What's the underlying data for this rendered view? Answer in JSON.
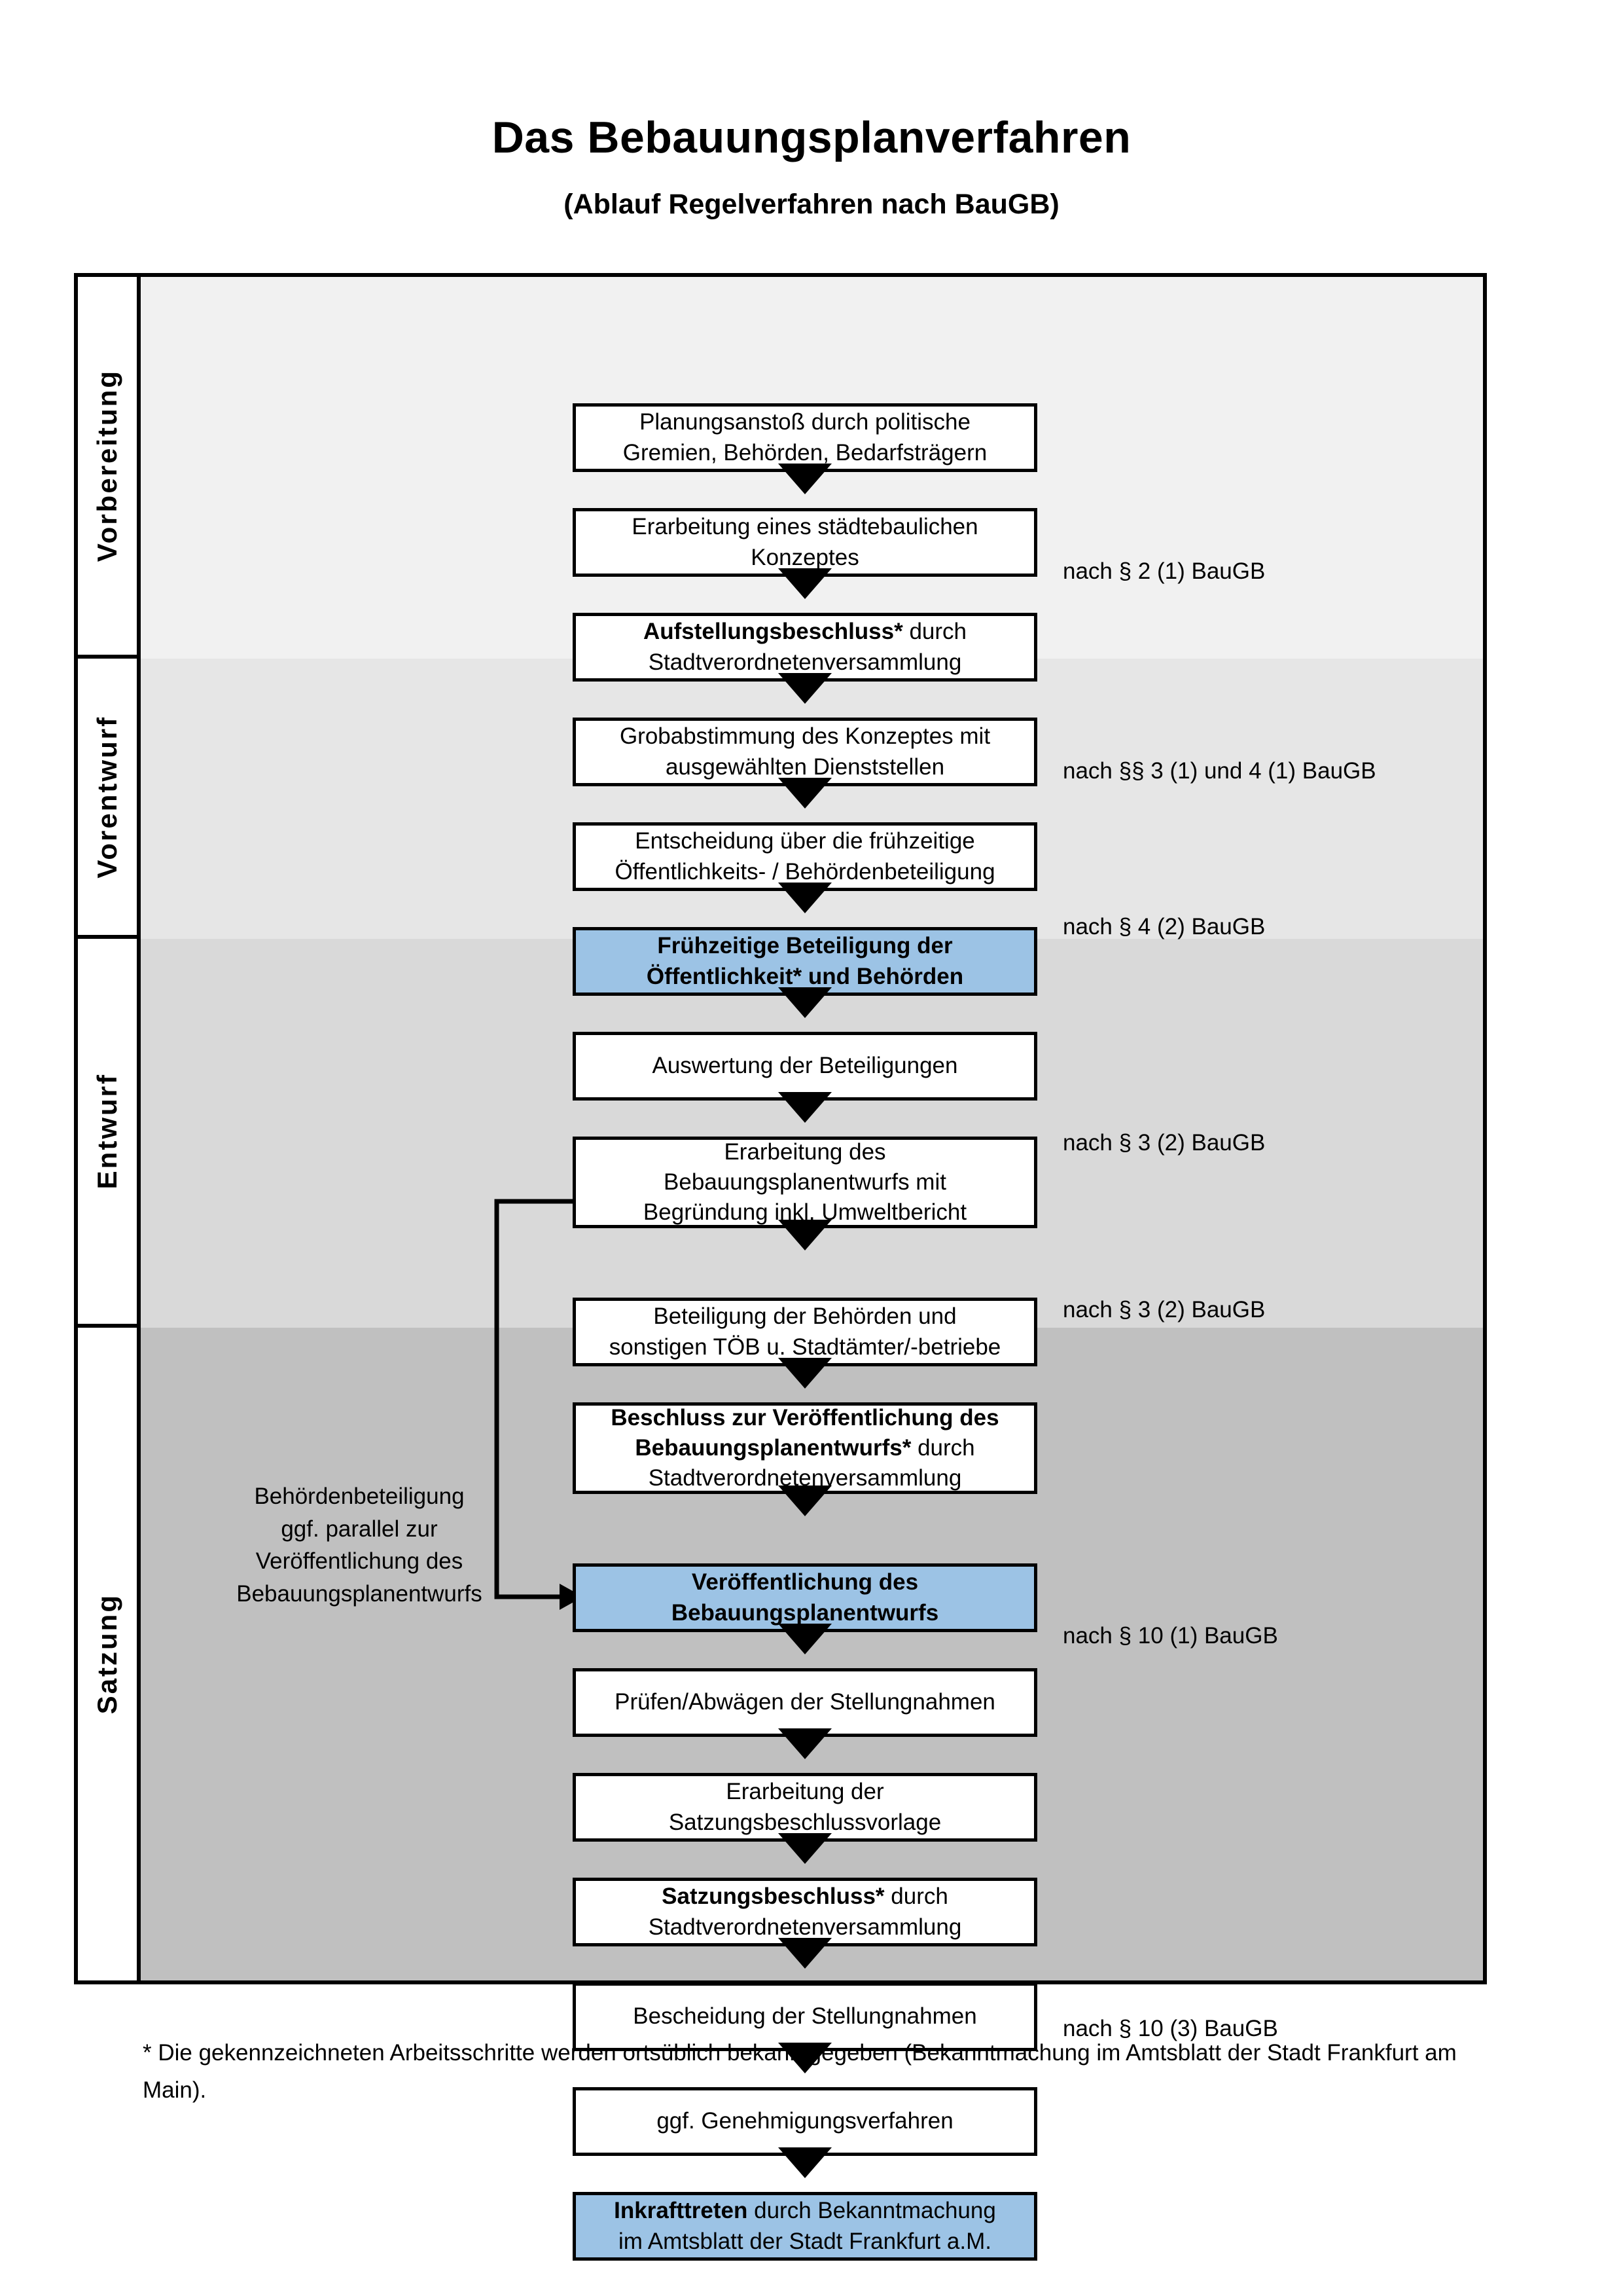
{
  "title": {
    "main": "Das Bebauungsplanverfahren",
    "sub": "(Ablauf Regelverfahren nach BauGB)"
  },
  "phases": [
    {
      "label": "Vorbereitung"
    },
    {
      "label": "Vorentwurf"
    },
    {
      "label": "Entwurf"
    },
    {
      "label": "Satzung"
    }
  ],
  "steps": [
    {
      "id": "planungsanstoss",
      "phase": "Vorbereitung",
      "highlight": false,
      "lines": [
        {
          "text": "Planungsanstoß durch politische",
          "bold": false
        },
        {
          "text": "Gremien, Behörden, Bedarfsträgern",
          "bold": false
        }
      ]
    },
    {
      "id": "staedtebauliches-konzept",
      "phase": "Vorbereitung",
      "highlight": false,
      "lines": [
        {
          "text": "Erarbeitung eines städtebaulichen",
          "bold": false
        },
        {
          "text": "Konzeptes",
          "bold": false
        }
      ]
    },
    {
      "id": "aufstellungsbeschluss",
      "phase": "Vorbereitung",
      "highlight": false,
      "lines": [
        {
          "text": "Aufstellungsbeschluss*",
          "bold": true,
          "suffix": " durch"
        },
        {
          "text": "Stadtverordnetenversammlung",
          "bold": false
        }
      ]
    },
    {
      "id": "grobabstimmung",
      "phase": "Vorentwurf",
      "highlight": false,
      "lines": [
        {
          "text": "Grobabstimmung des Konzeptes mit",
          "bold": false
        },
        {
          "text": "ausgewählten Dienststellen",
          "bold": false
        }
      ]
    },
    {
      "id": "entscheidung-fruehzeitige",
      "phase": "Vorentwurf",
      "highlight": false,
      "lines": [
        {
          "text": "Entscheidung über die frühzeitige",
          "bold": false
        },
        {
          "text": "Öffentlichkeits- / Behördenbeteiligung",
          "bold": false
        }
      ]
    },
    {
      "id": "fruehzeitige-beteiligung",
      "phase": "Vorentwurf",
      "highlight": true,
      "lines": [
        {
          "text": "Frühzeitige Beteiligung der",
          "bold": true
        },
        {
          "text": "Öffentlichkeit* und Behörden",
          "bold": true
        }
      ]
    },
    {
      "id": "auswertung-beteiligungen",
      "phase": "Entwurf",
      "highlight": false,
      "lines": [
        {
          "text": "Auswertung der Beteiligungen",
          "bold": false
        }
      ]
    },
    {
      "id": "erarbeitung-bplanentwurf",
      "phase": "Entwurf",
      "highlight": false,
      "lines": [
        {
          "text": "Erarbeitung des",
          "bold": false
        },
        {
          "text": "Bebauungsplanentwurfs mit",
          "bold": false
        },
        {
          "text": "Begründung inkl. Umweltbericht",
          "bold": false
        }
      ]
    },
    {
      "id": "beteiligung-behoerden",
      "phase": "Entwurf",
      "highlight": false,
      "lines": [
        {
          "text": "Beteiligung der Behörden und",
          "bold": false
        },
        {
          "text": "sonstigen TÖB u. Stadtämter/-betriebe",
          "bold": false
        }
      ]
    },
    {
      "id": "beschluss-veroeffentlichung",
      "phase": "Entwurf",
      "highlight": false,
      "lines": [
        {
          "text": "Beschluss zur Veröffentlichung des",
          "bold": true
        },
        {
          "text": "Bebauungsplanentwurfs*",
          "bold": true,
          "suffix": " durch"
        },
        {
          "text": "Stadtverordnetenversammlung",
          "bold": false
        }
      ]
    },
    {
      "id": "veroeffentlichung-entwurf",
      "phase": "Entwurf",
      "highlight": true,
      "lines": [
        {
          "text": "Veröffentlichung des",
          "bold": true
        },
        {
          "text": "Bebauungsplanentwurfs",
          "bold": true
        }
      ]
    },
    {
      "id": "pruefen-abwaegen",
      "phase": "Satzung",
      "highlight": false,
      "lines": [
        {
          "text": "Prüfen/Abwägen der Stellungnahmen",
          "bold": false
        }
      ]
    },
    {
      "id": "erarbeitung-satzungsvorlage",
      "phase": "Satzung",
      "highlight": false,
      "lines": [
        {
          "text": "Erarbeitung der",
          "bold": false
        },
        {
          "text": "Satzungsbeschlussvorlage",
          "bold": false
        }
      ]
    },
    {
      "id": "satzungsbeschluss",
      "phase": "Satzung",
      "highlight": false,
      "lines": [
        {
          "text": "Satzungsbeschluss*",
          "bold": true,
          "suffix": " durch"
        },
        {
          "text": "Stadtverordnetenversammlung",
          "bold": false
        }
      ]
    },
    {
      "id": "bescheidung-stellungnahmen",
      "phase": "Satzung",
      "highlight": false,
      "lines": [
        {
          "text": "Bescheidung der Stellungnahmen",
          "bold": false
        }
      ]
    },
    {
      "id": "genehmigungsverfahren",
      "phase": "Satzung",
      "highlight": false,
      "lines": [
        {
          "text": "ggf. Genehmigungsverfahren",
          "bold": false
        }
      ]
    },
    {
      "id": "inkrafttreten",
      "phase": "Satzung",
      "highlight": true,
      "lines": [
        {
          "text": "Inkrafttreten",
          "bold": true,
          "suffix": " durch Bekanntmachung"
        },
        {
          "text": "im Amtsblatt der Stadt Frankfurt a.M.",
          "bold": false
        }
      ]
    }
  ],
  "law_notes": [
    {
      "id": "note-aufstellungsbeschluss",
      "text": "nach § 2 (1) BauGB"
    },
    {
      "id": "note-fruehzeitige-beteiligung",
      "text": "nach §§ 3 (1) und 4 (1) BauGB"
    },
    {
      "id": "note-beteiligung-behoerden",
      "text": "nach § 4 (2) BauGB"
    },
    {
      "id": "note-beschluss-veroeffentlichung",
      "text": "nach § 3 (2) BauGB"
    },
    {
      "id": "note-veroeffentlichung-entwurf",
      "text": "nach § 3 (2) BauGB"
    },
    {
      "id": "note-satzungsbeschluss",
      "text": "nach § 10 (1) BauGB"
    },
    {
      "id": "note-inkrafttreten",
      "text": "nach § 10 (3) BauGB"
    }
  ],
  "side_note": {
    "lines": [
      "Behördenbeteiligung",
      "ggf. parallel zur",
      "Veröffentlichung des",
      "Bebauungsplanentwurfs"
    ]
  },
  "footnote": {
    "text": "* Die gekennzeichneten Arbeitsschritte werden ortsüblich bekanntgegeben (Bekanntmachung im Amtsblatt  der Stadt Frankfurt am Main)."
  },
  "colors": {
    "highlight_box": "#9CC3E5",
    "band_vorbereitung": "#F1F1F1",
    "band_vorentwurf": "#E6E6E6",
    "band_entwurf": "#D9D9D9",
    "band_satzung": "#C0C0C0",
    "outline": "#000000"
  }
}
